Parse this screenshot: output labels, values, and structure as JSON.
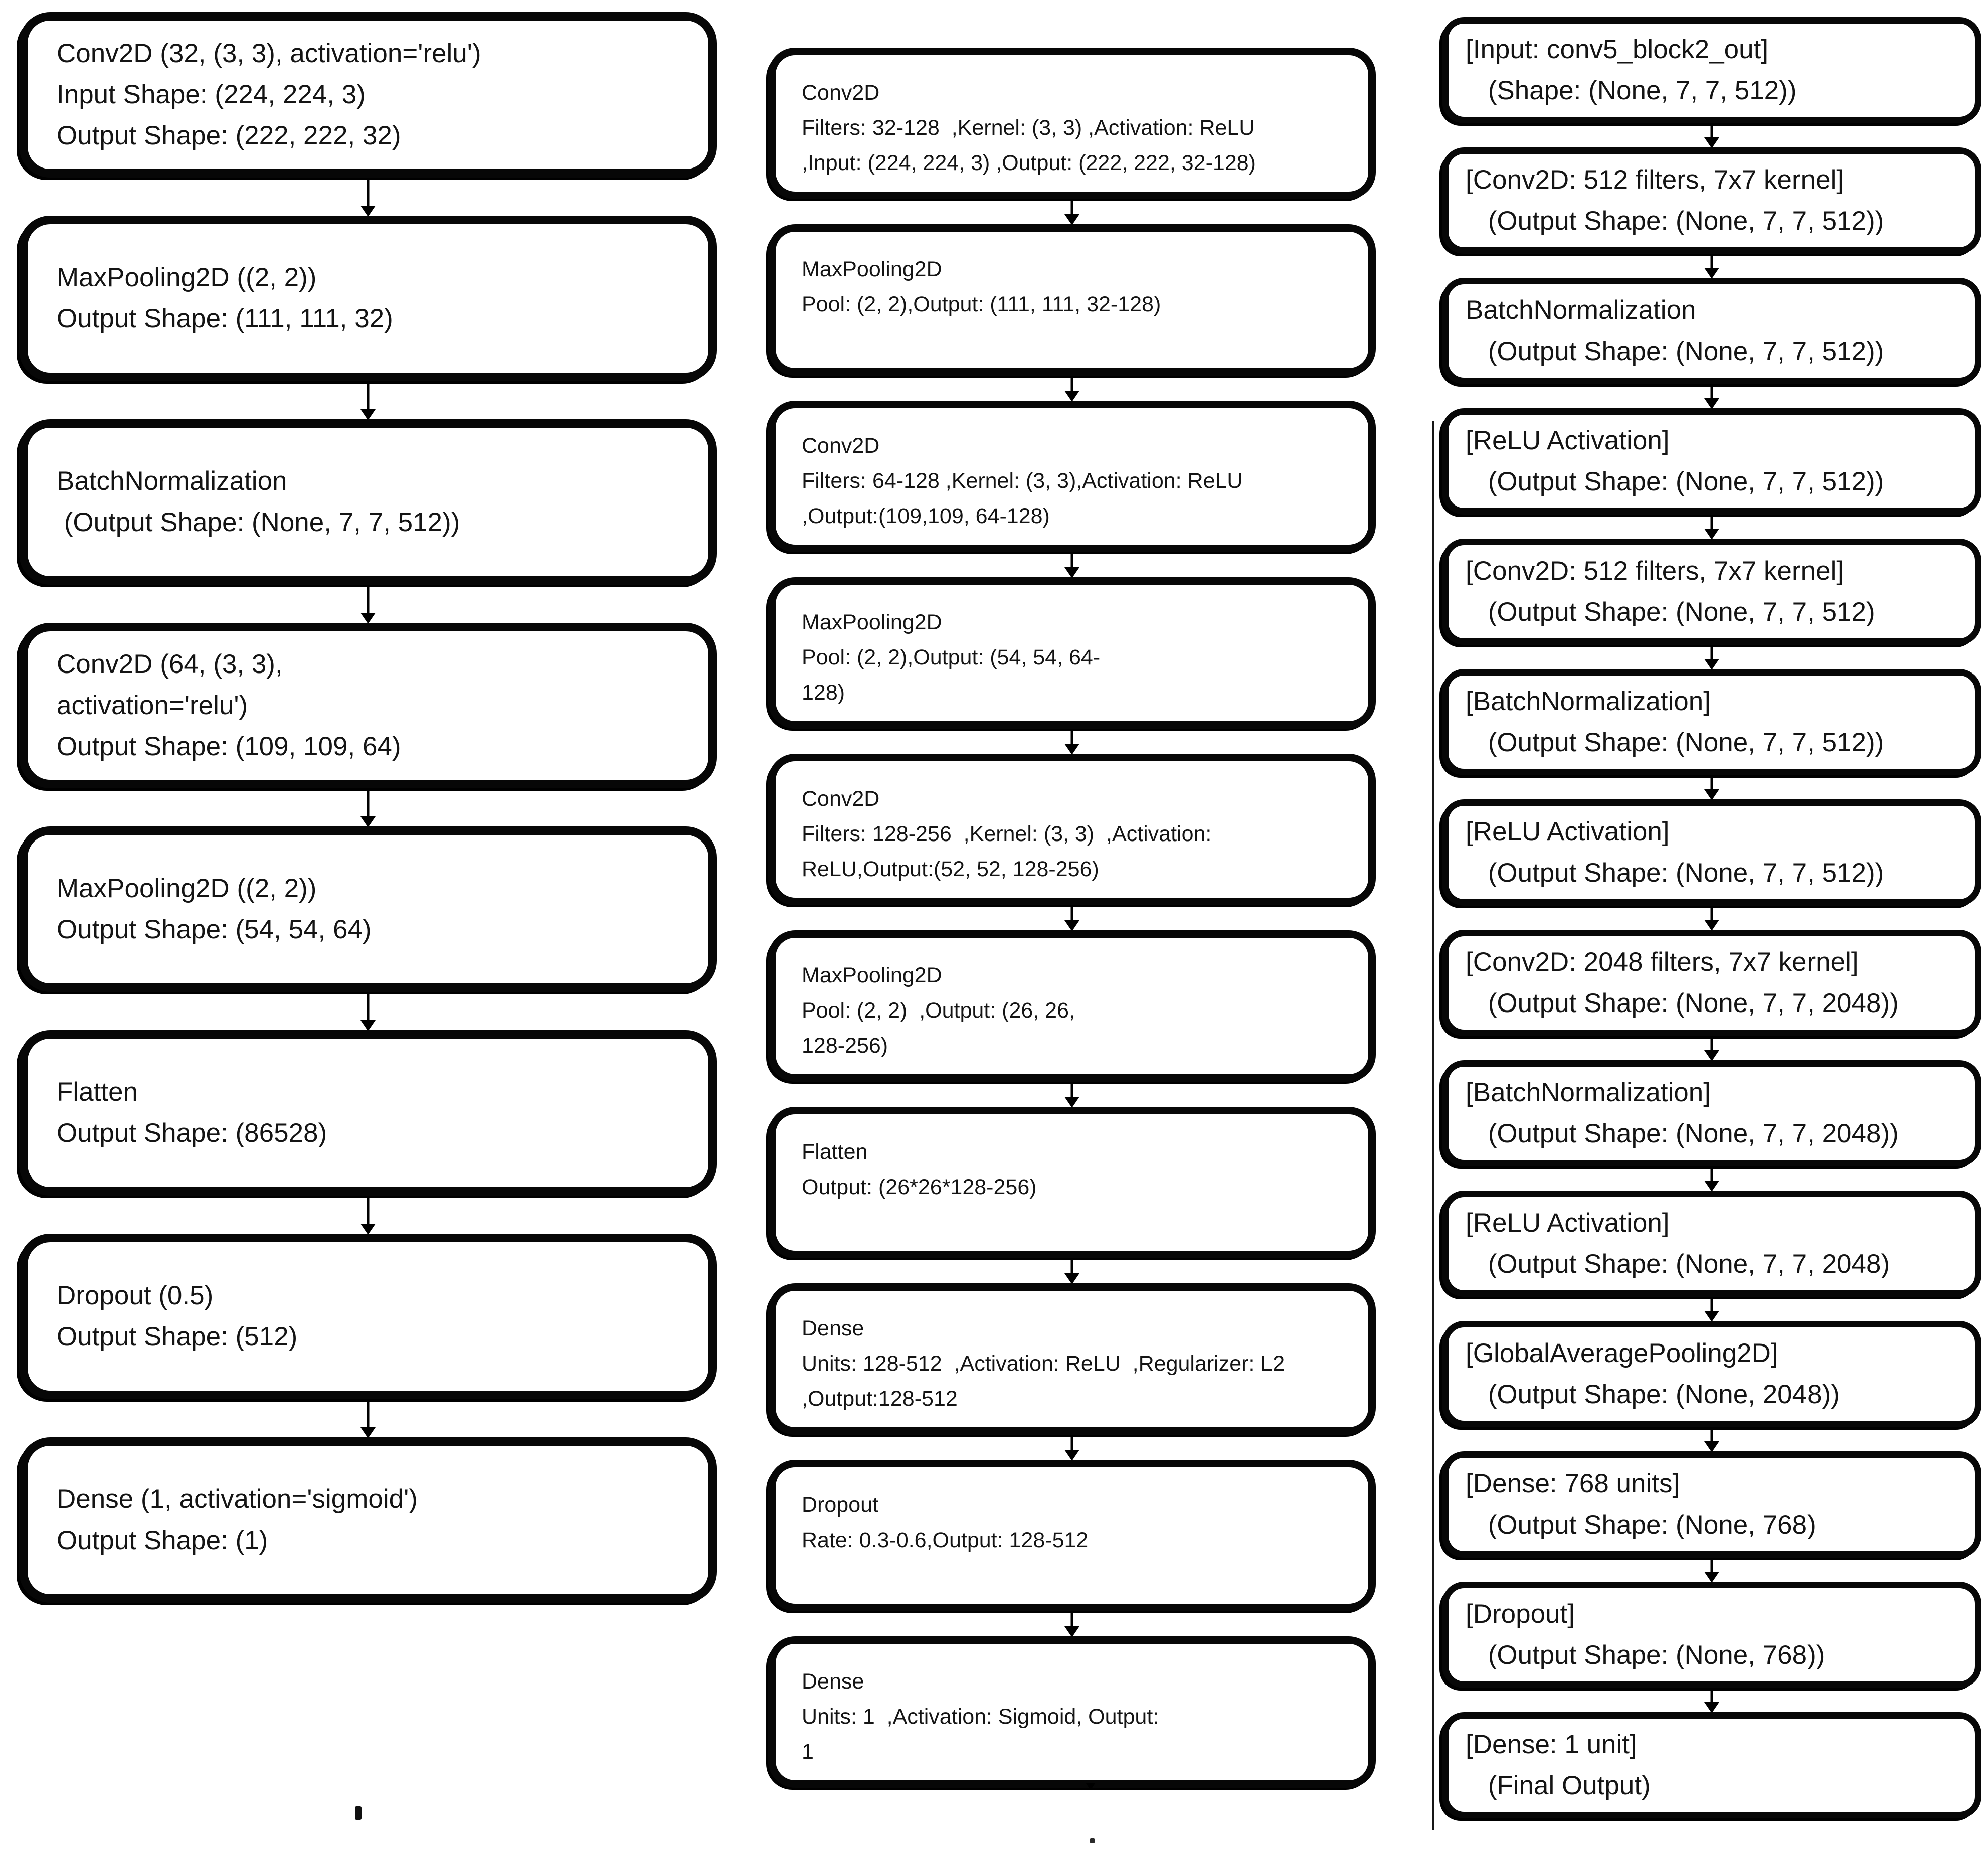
{
  "columns": [
    {
      "id": "left",
      "boxes": [
        {
          "lines": [
            "Conv2D (32, (3, 3), activation='relu')",
            "Input Shape: (224, 224, 3)",
            "Output Shape: (222, 222, 32)"
          ]
        },
        {
          "lines": [
            "MaxPooling2D ((2, 2))",
            "Output Shape: (111, 111, 32)"
          ]
        },
        {
          "lines": [
            "BatchNormalization",
            " (Output Shape: (None, 7, 7, 512))"
          ]
        },
        {
          "lines": [
            "Conv2D (64, (3, 3),",
            "activation='relu')",
            "Output Shape: (109, 109, 64)"
          ]
        },
        {
          "lines": [
            "MaxPooling2D ((2, 2))",
            "Output Shape: (54, 54, 64)"
          ]
        },
        {
          "lines": [
            "Flatten",
            "Output Shape: (86528)"
          ]
        },
        {
          "lines": [
            "Dropout (0.5)",
            "Output Shape: (512)"
          ]
        },
        {
          "lines": [
            "Dense (1, activation='sigmoid')",
            "Output Shape: (1)"
          ]
        }
      ]
    },
    {
      "id": "middle",
      "boxes": [
        {
          "lines": [
            "Conv2D",
            "Filters: 32-128  ,Kernel: (3, 3) ,Activation: ReLU",
            ",Input: (224, 224, 3) ,Output: (222, 222, 32-128)"
          ]
        },
        {
          "lines": [
            "MaxPooling2D",
            "Pool: (2, 2),Output: (111, 111, 32-128)"
          ]
        },
        {
          "lines": [
            "Conv2D",
            "Filters: 64-128 ,Kernel: (3, 3),Activation: ReLU",
            ",Output:(109,109, 64-128)"
          ]
        },
        {
          "lines": [
            "MaxPooling2D",
            "Pool: (2, 2),Output: (54, 54, 64-",
            "128)"
          ]
        },
        {
          "lines": [
            "Conv2D",
            "Filters: 128-256  ,Kernel: (3, 3)  ,Activation:",
            "ReLU,Output:(52, 52, 128-256)"
          ]
        },
        {
          "lines": [
            "MaxPooling2D",
            "Pool: (2, 2)  ,Output: (26, 26,",
            "128-256)"
          ]
        },
        {
          "lines": [
            "Flatten",
            "Output: (26*26*128-256)"
          ]
        },
        {
          "lines": [
            "Dense",
            "Units: 128-512  ,Activation: ReLU  ,Regularizer: L2",
            ",Output:128-512"
          ]
        },
        {
          "lines": [
            "Dropout",
            "Rate: 0.3-0.6,Output: 128-512"
          ]
        },
        {
          "lines": [
            "Dense",
            "Units: 1  ,Activation: Sigmoid, Output:",
            "1"
          ]
        }
      ]
    },
    {
      "id": "right",
      "boxes": [
        {
          "lines": [
            "[Input: conv5_block2_out]",
            " (Shape: (None, 7, 7, 512))"
          ]
        },
        {
          "lines": [
            "[Conv2D: 512 filters, 7x7 kernel]",
            " (Output Shape: (None, 7, 7, 512))"
          ]
        },
        {
          "lines": [
            "BatchNormalization",
            " (Output Shape: (None, 7, 7, 512))"
          ]
        },
        {
          "lines": [
            "[ReLU Activation]",
            " (Output Shape: (None, 7, 7, 512))"
          ]
        },
        {
          "lines": [
            "[Conv2D: 512 filters, 7x7 kernel]",
            " (Output Shape: (None, 7, 7, 512)"
          ]
        },
        {
          "lines": [
            "[BatchNormalization]",
            " (Output Shape: (None, 7, 7, 512))"
          ]
        },
        {
          "lines": [
            "[ReLU Activation]",
            " (Output Shape: (None, 7, 7, 512))"
          ]
        },
        {
          "lines": [
            "[Conv2D: 2048 filters, 7x7 kernel]",
            " (Output Shape: (None, 7, 7, 2048))"
          ]
        },
        {
          "lines": [
            "[BatchNormalization]",
            " (Output Shape: (None, 7, 7, 2048))"
          ]
        },
        {
          "lines": [
            "[ReLU Activation]",
            " (Output Shape: (None, 7, 7, 2048)"
          ]
        },
        {
          "lines": [
            "[GlobalAveragePooling2D]",
            " (Output Shape: (None, 2048))"
          ]
        },
        {
          "lines": [
            "[Dense: 768 units]",
            " (Output Shape: (None, 768)"
          ]
        },
        {
          "lines": [
            "[Dropout]",
            " (Output Shape: (None, 768))"
          ]
        },
        {
          "lines": [
            "[Dense: 1 unit]",
            " (Final Output)"
          ]
        }
      ]
    }
  ]
}
